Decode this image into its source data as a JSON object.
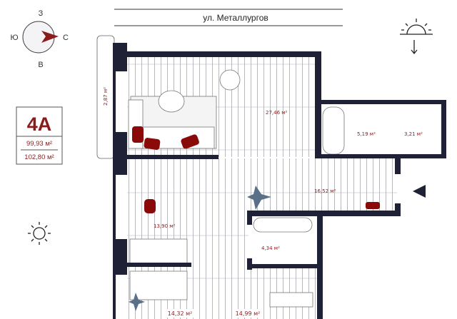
{
  "street": "ул. Металлургов",
  "compass": {
    "north": "С",
    "south": "Ю",
    "west": "З",
    "east": "В"
  },
  "apartment": {
    "type": "4А",
    "living_area": "99,93 м²",
    "total_area": "102,80 м²"
  },
  "rooms": {
    "balcony": "2,87 м²",
    "living_kitchen": "27,46 м²",
    "bath_main": "5,19 м²",
    "bath_small": "3,21 м²",
    "hall": "16,52 м²",
    "bedroom_1": "13,90 м²",
    "bath_2": "4,34 м²",
    "bedroom_2": "14,32 м²",
    "bedroom_3": "14,99 м²"
  },
  "colors": {
    "wall": "#1f2236",
    "accent": "#8a1c1c",
    "plant": "#5a7088"
  }
}
